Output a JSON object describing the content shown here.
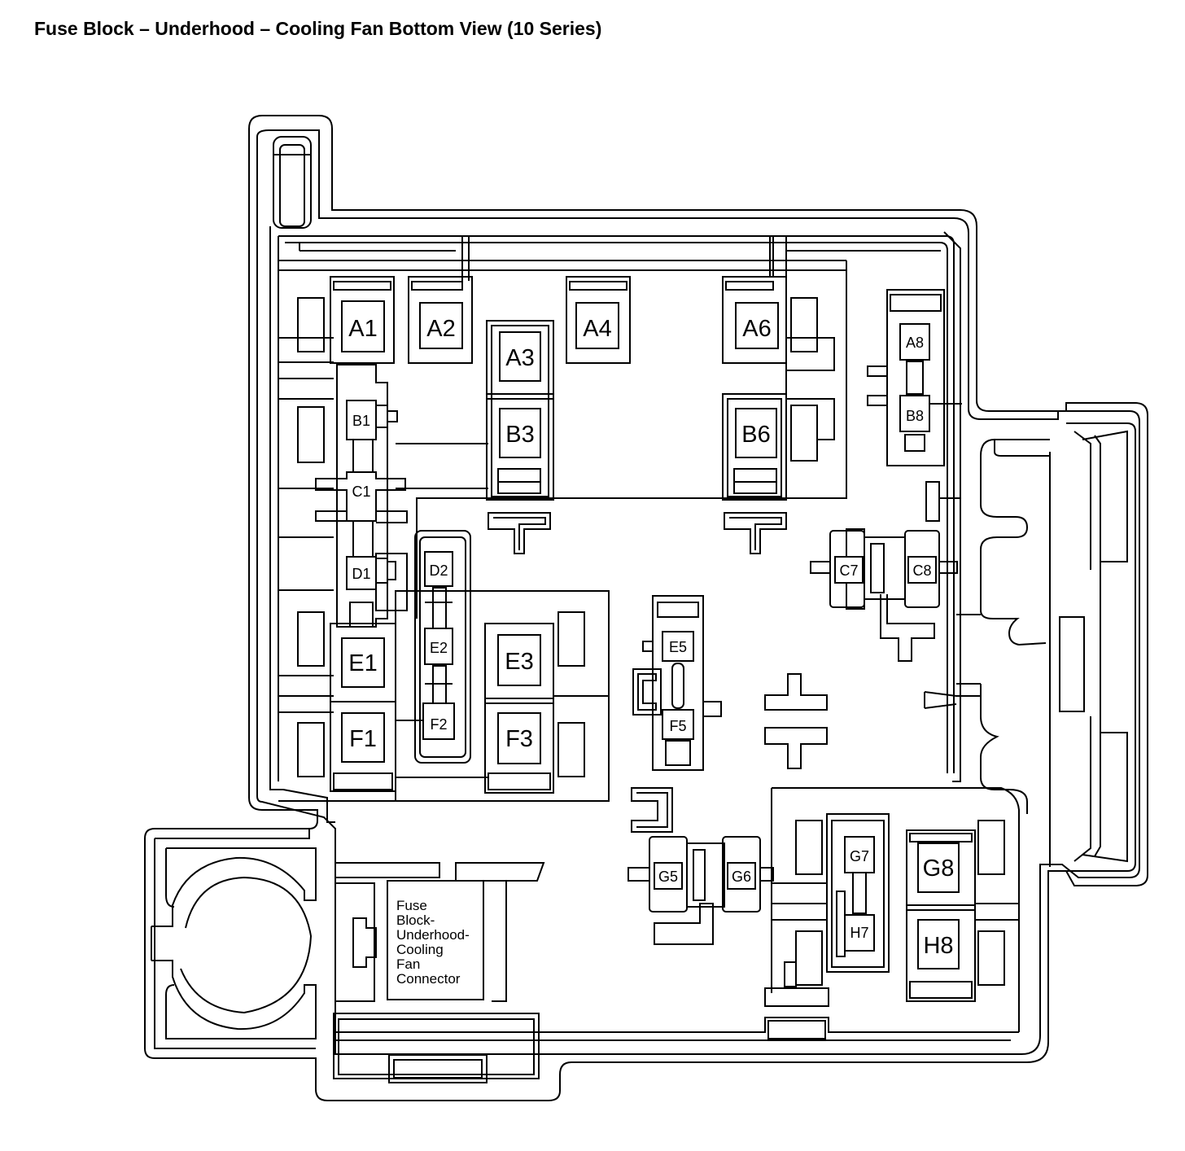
{
  "title": "Fuse Block – Underhood – Cooling Fan Bottom View (10 Series)",
  "labels": {
    "A1": "A1",
    "A2": "A2",
    "A3": "A3",
    "A4": "A4",
    "A6": "A6",
    "A8": "A8",
    "B1": "B1",
    "B3": "B3",
    "B6": "B6",
    "B8": "B8",
    "C1": "C1",
    "C7": "C7",
    "C8": "C8",
    "D1": "D1",
    "D2": "D2",
    "E1": "E1",
    "E2": "E2",
    "E3": "E3",
    "E5": "E5",
    "F1": "F1",
    "F2": "F2",
    "F3": "F3",
    "F5": "F5",
    "G5": "G5",
    "G6": "G6",
    "G7": "G7",
    "G8": "G8",
    "H7": "H7",
    "H8": "H8"
  },
  "connector_label": [
    "Fuse",
    "Block-",
    "Underhood-",
    "Cooling",
    "Fan",
    "Connector"
  ]
}
